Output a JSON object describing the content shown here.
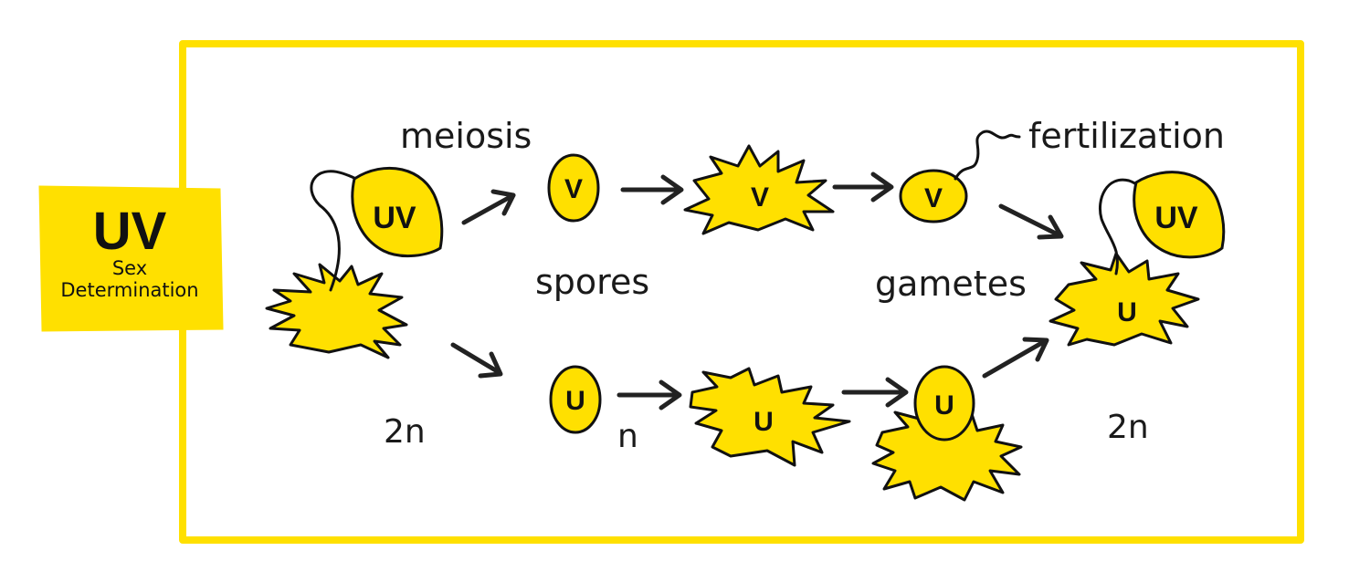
{
  "badge": {
    "title": "UV",
    "line1": "Sex",
    "line2": "Determination"
  },
  "labels": {
    "meiosis": "meiosis",
    "spores": "spores",
    "gametes": "gametes",
    "fertilization": "fertilization",
    "ploidy_left": "2n",
    "ploidy_middle": "n",
    "ploidy_right": "2n"
  },
  "cells": {
    "parent_capsule": "UV",
    "spore_top": "V",
    "plant_top": "V",
    "gamete_top": "V",
    "spore_bottom": "U",
    "plant_bottom": "U",
    "gamete_bottom": "U",
    "offspring_capsule": "UV",
    "offspring_plant": "U"
  },
  "colors": {
    "accent_yellow": "#FFE000",
    "frame_yellow": "#FFE000",
    "ink": "#111111"
  },
  "icons": [
    "arrow-right-icon"
  ]
}
